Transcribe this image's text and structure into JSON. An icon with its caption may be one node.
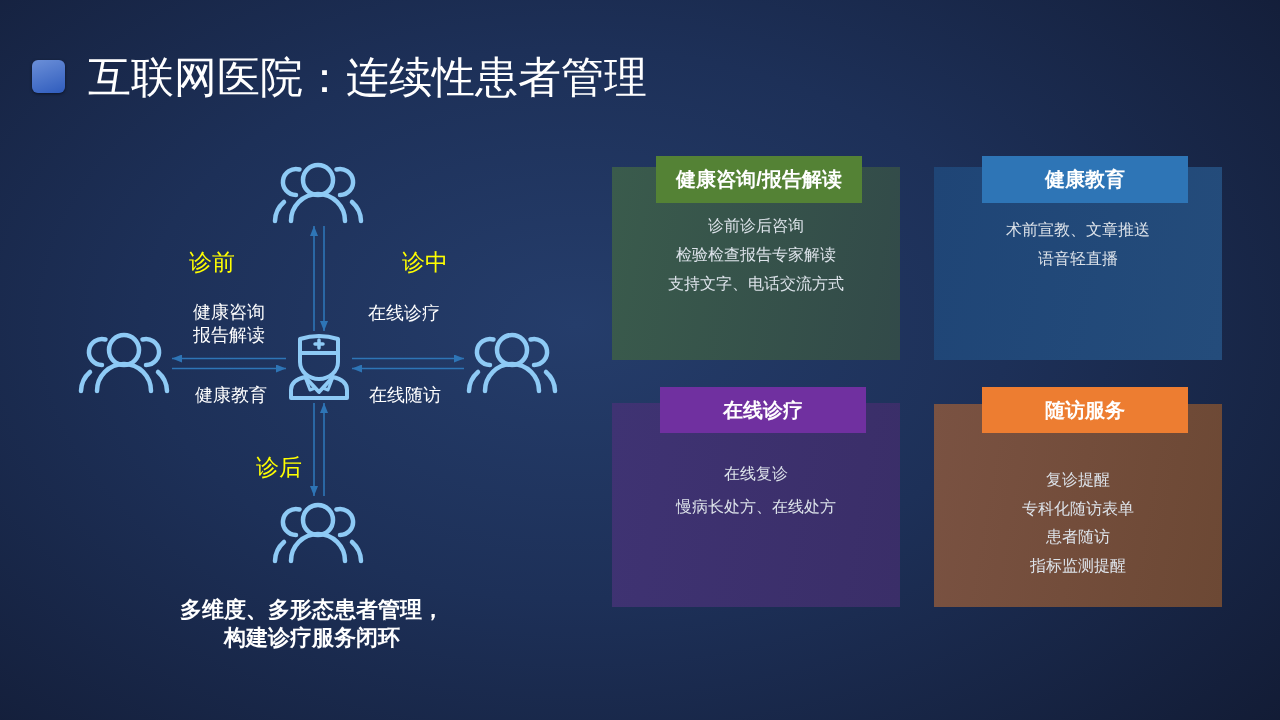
{
  "diagram": {
    "title": "互联网医院：连续性患者管理",
    "nodes": [
      {
        "text": [],
        "shape": "people"
      },
      {
        "text": [],
        "shape": "people"
      },
      {
        "text": [],
        "shape": "person"
      },
      {
        "text": [],
        "shape": "people"
      },
      {
        "text": [],
        "shape": "people"
      },
      {
        "text": [
          "健康咨询/报告解读",
          "诊前诊后咨询",
          "检验检查报告专家解读",
          "支持文字、电话交流方式"
        ]
      },
      {
        "text": [
          "健康教育",
          "术前宣教、文章推送",
          "语音轻直播"
        ]
      },
      {
        "text": [
          "在线诊疗",
          "在线复诊",
          "慢病长处方、在线处方"
        ]
      },
      {
        "text": [
          "随访服务",
          "复诊提醒",
          "专科化随访表单",
          "患者随访",
          "指标监测提醒"
        ]
      }
    ],
    "edges": [
      {
        "from": 2,
        "to": 0,
        "arrow": "to"
      },
      {
        "from": 0,
        "to": 2,
        "arrow": "to"
      },
      {
        "from": 2,
        "to": 1,
        "arrow": "to",
        "label": "健康咨询报告解读"
      },
      {
        "from": 1,
        "to": 2,
        "arrow": "to",
        "label": "健康教育"
      },
      {
        "from": 2,
        "to": 3,
        "arrow": "to",
        "label": "在线诊疗"
      },
      {
        "from": 3,
        "to": 2,
        "arrow": "to",
        "label": "在线随访"
      },
      {
        "from": 2,
        "to": 4,
        "arrow": "to"
      },
      {
        "from": 4,
        "to": 2,
        "arrow": "to"
      }
    ],
    "labels": [
      "诊前",
      "诊中",
      "诊后",
      "多维度、多形态患者管理，构建诊疗服务闭环"
    ]
  }
}
